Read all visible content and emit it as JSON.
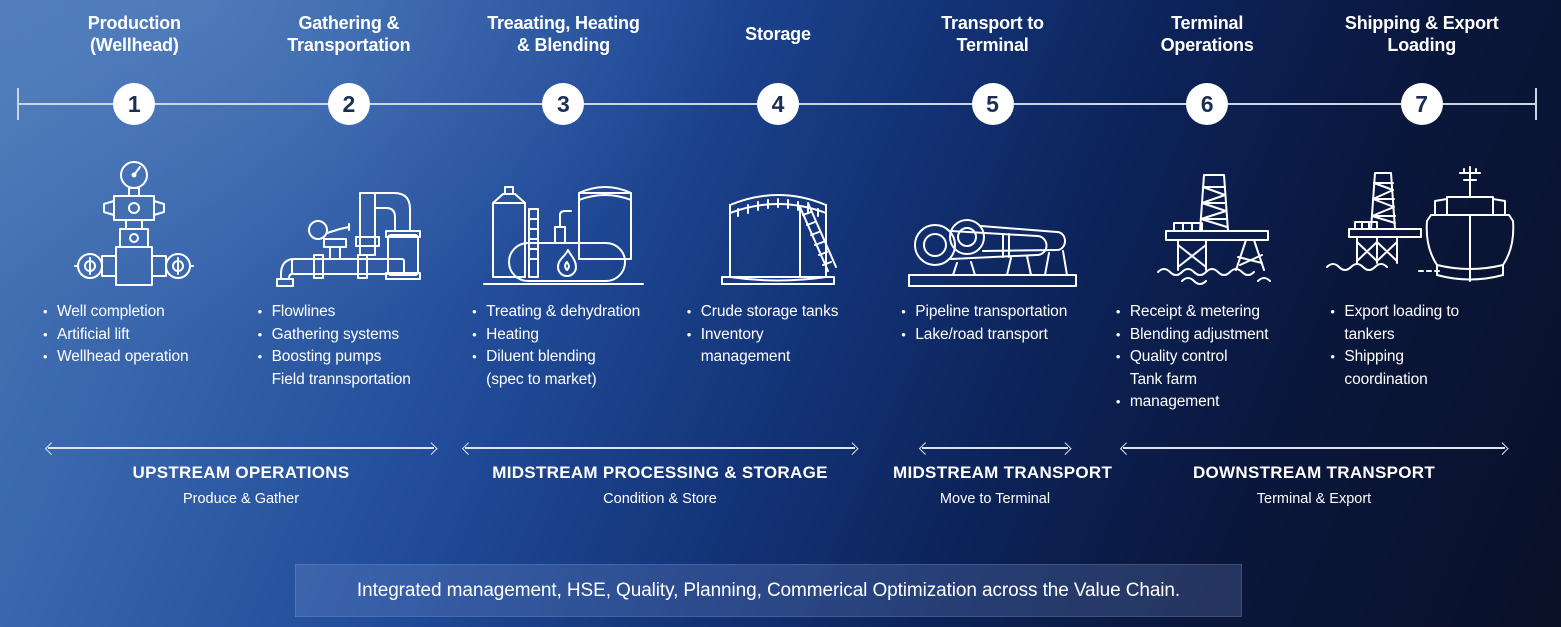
{
  "stages": [
    {
      "num": "1",
      "icon": "wellhead-icon",
      "title_lines": [
        "Production",
        "(Wellhead)"
      ],
      "items": [
        {
          "text": "Well completion",
          "bullet": true
        },
        {
          "text": "Artificial lift",
          "bullet": true
        },
        {
          "text": "Wellhead operation",
          "bullet": true
        }
      ]
    },
    {
      "num": "2",
      "icon": "gathering-pipes-icon",
      "title_lines": [
        "Gathering &",
        "Transportation"
      ],
      "items": [
        {
          "text": "Flowlines",
          "bullet": true
        },
        {
          "text": "Gathering systems",
          "bullet": true
        },
        {
          "text": "Boosting pumps",
          "bullet": true
        },
        {
          "text": "Field  trannsportation",
          "bullet": false
        }
      ]
    },
    {
      "num": "3",
      "icon": "treating-plant-icon",
      "title_lines": [
        "Treaating, Heating",
        "& Blending"
      ],
      "items": [
        {
          "text": "Treating & dehydration",
          "bullet": true
        },
        {
          "text": "Heating",
          "bullet": true
        },
        {
          "text": "Diluent blending",
          "bullet": true
        },
        {
          "text": "(spec to market)",
          "bullet": false
        }
      ]
    },
    {
      "num": "4",
      "icon": "storage-tank-icon",
      "title_lines": [
        "Storage"
      ],
      "items": [
        {
          "text": "Crude storage tanks",
          "bullet": true
        },
        {
          "text": "Inventory",
          "bullet": true
        },
        {
          "text": "management",
          "bullet": false
        }
      ]
    },
    {
      "num": "5",
      "icon": "pipeline-icon",
      "title_lines": [
        "Transport to",
        "Terminal"
      ],
      "items": [
        {
          "text": "Pipeline transportation",
          "bullet": true
        },
        {
          "text": "Lake/road  transport",
          "bullet": true
        }
      ]
    },
    {
      "num": "6",
      "icon": "terminal-platform-icon",
      "title_lines": [
        "Terminal",
        "Operations"
      ],
      "items": [
        {
          "text": "Receipt & metering",
          "bullet": true
        },
        {
          "text": "Blending adjustment",
          "bullet": true
        },
        {
          "text": "Quality control",
          "bullet": true
        },
        {
          "text": "Tank farm",
          "bullet": false
        },
        {
          "text": "management",
          "bullet": true
        }
      ]
    },
    {
      "num": "7",
      "icon": "ship-loading-icon",
      "title_lines": [
        "Shipping & Export",
        "Loading"
      ],
      "items": [
        {
          "text": "Export loading to",
          "bullet": true
        },
        {
          "text": "tankers",
          "bullet": false
        },
        {
          "text": "Shipping",
          "bullet": true
        },
        {
          "text": "coordination",
          "bullet": false
        }
      ]
    }
  ],
  "sections": [
    {
      "title": "UPSTREAM OPERATIONS",
      "subtitle": "Produce & Gather"
    },
    {
      "title": "MIDSTREAM PROCESSING & STORAGE",
      "subtitle": "Condition & Store"
    },
    {
      "title": "MIDSTREAM TRANSPORT",
      "subtitle": "Move to Terminal"
    },
    {
      "title": "DOWNSTREAM TRANSPORT",
      "subtitle": "Terminal  & Export"
    }
  ],
  "banner": {
    "text": "Integrated management, HSE, Quality,  Planning, Commerical Optimization across the Value Chain."
  },
  "colors": {
    "background_light": "#4a78b6",
    "background_dark": "#091027",
    "number_text": "#1b2f55",
    "timeline_line": "#ccd6e4",
    "banner_bg": "#2a4177",
    "text": "#ffffff"
  }
}
